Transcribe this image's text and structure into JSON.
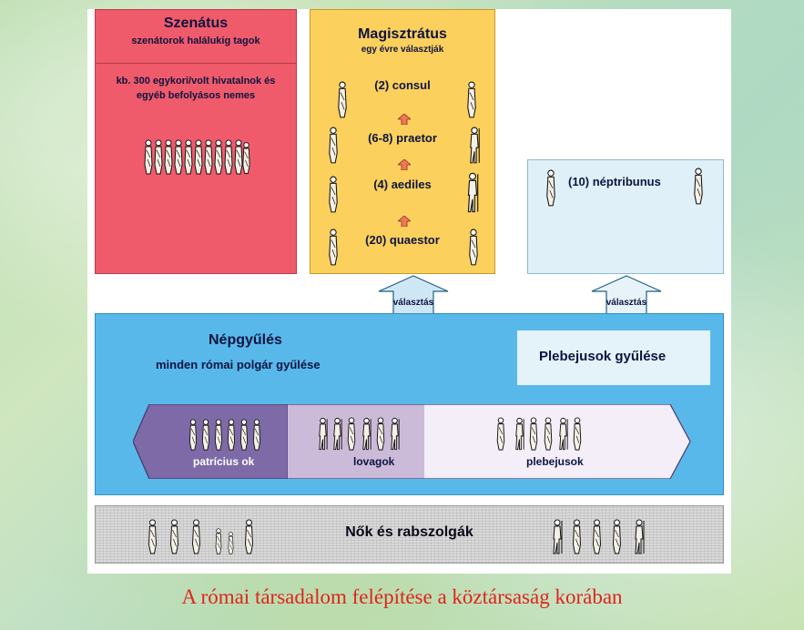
{
  "senate": {
    "title": "Szenátus",
    "subtitle": "szenátorok halálukig tagok",
    "description": "kb. 300 egykori/volt hivatalnok és egyéb befolyásos nemes"
  },
  "magistracy": {
    "title": "Magisztrátus",
    "subtitle": "egy évre választják",
    "offices": [
      {
        "label": "(2)  consul"
      },
      {
        "label": "(6-8)  praetor"
      },
      {
        "label": "(4)  aediles"
      },
      {
        "label": "(20) quaestor"
      }
    ]
  },
  "tribunes": {
    "label": "(10)  néptribunus"
  },
  "arrows": {
    "left_label": "választás",
    "right_label": "választás"
  },
  "assembly": {
    "title": "Népgyűlés",
    "subtitle": "minden római polgár gyűlése",
    "plebeian_assembly": "Plebejusok gyűlése"
  },
  "classes": [
    {
      "label": "patrícius ok"
    },
    {
      "label": "lovagok"
    },
    {
      "label": "plebejusok"
    }
  ],
  "lowest": {
    "label": "Nők és rabszolgák"
  },
  "caption": "A római társadalom felépítése a köztársaság korában",
  "colors": {
    "senate": "#ef5b6b",
    "magistracy": "#fbd05c",
    "tribunes": "#dff0f8",
    "assembly": "#59b8ea",
    "patricians": "#7d6aa6",
    "equites": "#cbbbd9",
    "plebeians": "#f3eef7",
    "caption": "#e0241b",
    "arrow_up": "#f0785a"
  }
}
